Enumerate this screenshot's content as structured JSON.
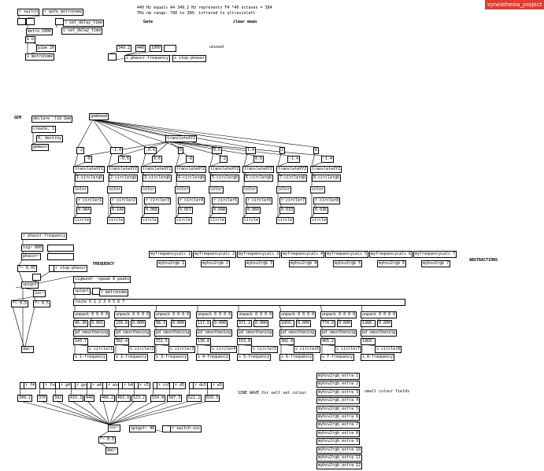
{
  "window": {
    "title": "synesthesia_project"
  },
  "header_comments": {
    "line1": "440 Hz equals A4 349.2 Hz represents F4 *40 octaves = 384",
    "line2": "THz nm range: 780 to 380: infrared to ultraviolett",
    "gate": "Gate",
    "clear_mean": "clear mean",
    "unused": "unused"
  },
  "metronome": {
    "r_switch": "r switch",
    "r_gate_metronome": "r gate_metronome",
    "metro": "metro 1000",
    "r_set_delay": "r set_delay_time",
    "set_delay": "s set_delay_time",
    "bb": "b b",
    "pipe": "pipe 20",
    "s_metronome": "s metronome"
  },
  "phasor_msgs": {
    "m1": "349.2",
    "m2": "440",
    "m3": "1000",
    "s_phasor": "s phasor-frequency",
    "s_stop": "s stop-phaser"
  },
  "gem": {
    "label": "GEM",
    "declare": "declare -lib Gem",
    "create": "create, 1",
    "destroy": "0, destroy",
    "gemwin": "gemwin",
    "gemhead": "gemhead",
    "translate_bang": "translateXYZ"
  },
  "gem_columns": [
    {
      "t1": "-2",
      "t2": "-6",
      "tx": "translateXYZ",
      "circ": "1-circlergb",
      "color": "color",
      "r": "r circler1",
      "num": "0.984",
      "shape": "circle"
    },
    {
      "t1": "-1.4",
      "t2": "-0.6",
      "tx": "translateXYZ",
      "circ": "2-circlergb",
      "color": "color",
      "r": "r circler2",
      "num": "0.149",
      "shape": "circle"
    },
    {
      "t1": "-0.6",
      "t2": "0.6",
      "tx": "translateXYZ",
      "circ": "3-circlergb",
      "color": "color",
      "r": "r circler3",
      "num": "0.068",
      "shape": "circle"
    },
    {
      "t1": "0",
      "t2": "-6",
      "tx": "translateXYZ",
      "circ": "4-circlergb",
      "color": "color",
      "r": "r circler4",
      "num": "0.057",
      "shape": "circle"
    },
    {
      "t1": "0.6",
      "t2": "-2",
      "tx": "translateXYZ",
      "circ": "5-circlergb",
      "color": "color",
      "r": "r circler5",
      "num": "0.048",
      "shape": "circle"
    },
    {
      "t1": "1.4",
      "t2": "0.6",
      "tx": "translateXYZ",
      "circ": "6-circlergb",
      "color": "color",
      "r": "r circler6",
      "num": "0.060",
      "shape": "circle"
    },
    {
      "t1": "2",
      "t2": "-1.4",
      "tx": "translateXYZ",
      "circ": "7-circlergb",
      "color": "color",
      "r": "r circler7",
      "num": "0.033",
      "shape": "circle"
    },
    {
      "t1": "6",
      "t2": "-1.4",
      "tx": "translateXYZ",
      "circ": "8-circlergb",
      "color": "color",
      "r": "r circler8",
      "num": "0.038",
      "shape": "circle"
    }
  ],
  "abstractions": {
    "label": "ABSTRACTIONS",
    "calcs": [
      "myfrequencycalc 1",
      "myfrequencycalc 2",
      "myfrequencycalc 3",
      "myfrequencycalc 4",
      "myfrequencycalc 5",
      "myfrequencycalc 6",
      "myfrequencycalc 7"
    ],
    "hsvs": [
      "myhsv2rgb 1",
      "myhsv2rgb 2",
      "myhsv2rgb 3",
      "myhsv2rgb 4",
      "myhsv2rgb 5",
      "myhsv2rgb 6",
      "myhsv2rgb 7"
    ]
  },
  "frequency": {
    "label": "FREQUENCY",
    "r_phasor": "r phasor-frequency",
    "sig": "sig~ 800",
    "phasor": "phasor~",
    "mult": "*~ 0.05",
    "r_stop": "r stop-phasor",
    "osc": "osc~",
    "mul2": "*~ 0.5",
    "dac": "dac~",
    "mul3": "*~ 0.5",
    "sigmund": "sigmund~ -npeak 8 peaks",
    "spigot": "spigot",
    "r_metronome": "r metronome",
    "route": "route 0 1 2 3 4 5 6 7"
  },
  "freq_columns": [
    {
      "unpack": "unpack 0 0 0 0",
      "n1": "46.36",
      "n2": "0.001",
      "smooth": "pd smoothening",
      "v": "143.7",
      "s": "s circler1",
      "f": "s 1-frequency"
    },
    {
      "unpack": "unpack 0 0 0 0",
      "n1": "239.8",
      "n2": "0.000",
      "smooth": "pd smoothening",
      "v": "302.4",
      "s": "s circler2",
      "f": "s 2-frequency"
    },
    {
      "unpack": "unpack 0 0 0 0",
      "n1": "98.3",
      "n2": "0.000",
      "smooth": "pd smoothening",
      "v": "151.5",
      "s": "s circler3",
      "f": "s 3-frequency"
    },
    {
      "unpack": "unpack 0 0 0 0",
      "n1": "117.8",
      "n2": "0.000",
      "smooth": "pd smoothening",
      "v": "136.8",
      "s": "s circler4",
      "f": "s 4-frequency"
    },
    {
      "unpack": "unpack 0 0 0 0",
      "n1": "371.2",
      "n2": "0.000",
      "smooth": "pd smoothening",
      "v": "153.8",
      "s": "s circler5",
      "f": "s 5-frequency"
    },
    {
      "unpack": "unpack 0 0 0 0",
      "n1": "1059.",
      "n2": "0.000",
      "smooth": "pd smoothening",
      "v": "302.4",
      "s": "s circler6",
      "f": "s 6-frequency"
    },
    {
      "unpack": "unpack 0 0 0 0",
      "n1": "774.0",
      "n2": "0.000",
      "smooth": "pd smoothening",
      "v": "465.2",
      "s": "s circler7",
      "f": "s 7-frequency"
    },
    {
      "unpack": "unpack 0 0 0 0",
      "n1": "1388.",
      "n2": "0.000",
      "smooth": "pd smoothening",
      "v": "1969.",
      "s": "s circler8",
      "f": "s 8-frequency"
    }
  ],
  "notes": [
    {
      "r": "r f4",
      "v": "349.2"
    },
    {
      "r": "r fs4",
      "v": "370"
    },
    {
      "r": "r g4",
      "v": "392"
    },
    {
      "r": "r gs4",
      "v": "415.3"
    },
    {
      "r": "r a4",
      "v": "440"
    },
    {
      "r": "r as4",
      "v": "466.2"
    },
    {
      "r": "r b4",
      "v": "493.9"
    },
    {
      "r": "r c5",
      "v": "523.2"
    },
    {
      "r": "r cs5",
      "v": "554.4"
    },
    {
      "r": "r d5",
      "v": "587.3"
    },
    {
      "r": "r ds5",
      "v": "622.2"
    },
    {
      "r": "r e5",
      "v": "659.3"
    }
  ],
  "sine": {
    "comment": "SINE WAVE for self set colour",
    "osc": "osc~",
    "spigot": "spigot~ 40",
    "r_switch": "r switch-osc",
    "mul": "*~ 0.5",
    "dac": "dac~"
  },
  "extras": {
    "comment": "small colour fields",
    "items": [
      "myhsv2rgb_extra 1",
      "myhsv2rgb_extra 2",
      "myhsv2rgb_extra 3",
      "myhsv2rgb_extra 4",
      "myhsv2rgb_extra 5",
      "myhsv2rgb_extra 6",
      "myhsv2rgb_extra 7",
      "myhsv2rgb_extra 8",
      "myhsv2rgb_extra 9",
      "myhsv2rgb_extra 10",
      "myhsv2rgb_extra 11",
      "myhsv2rgb_extra 12"
    ]
  },
  "colors": {
    "title_tab": "#e8392f"
  }
}
